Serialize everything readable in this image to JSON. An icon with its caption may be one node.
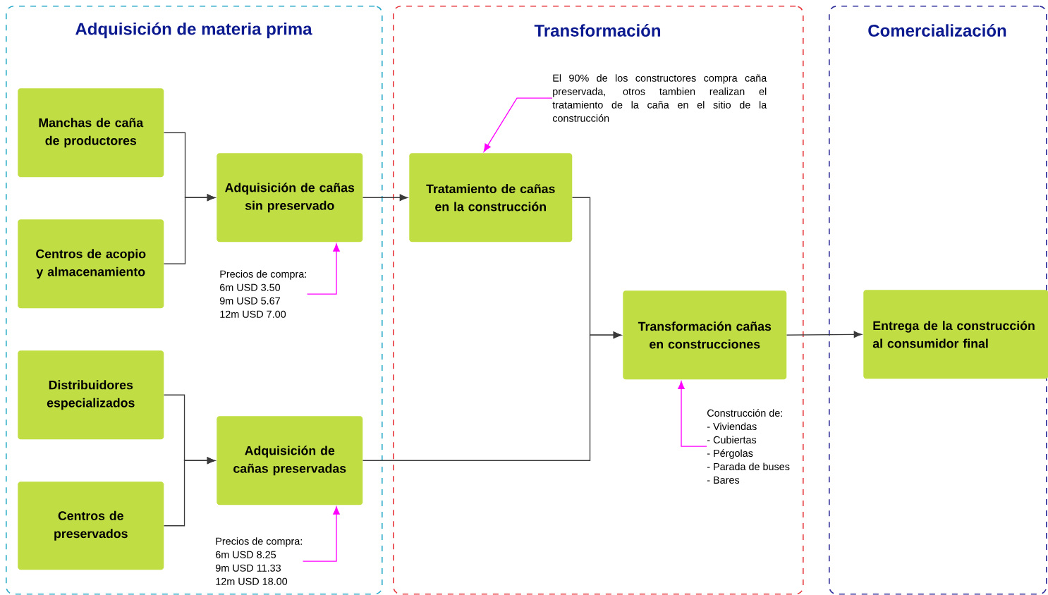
{
  "diagram": {
    "nodes": [
      {
        "text": [
          "Adquisición de materia prima"
        ]
      },
      {
        "text": [
          "Transformación"
        ]
      },
      {
        "text": [
          "Comercialización"
        ]
      },
      {
        "text": [
          "Manchas de caña de productores"
        ],
        "in": 0
      },
      {
        "text": [
          "Centros de acopio y almacenamiento"
        ],
        "in": 0
      },
      {
        "text": [
          "Distribuidores especializados"
        ],
        "in": 0
      },
      {
        "text": [
          "Centros de preservados"
        ],
        "in": 0
      },
      {
        "text": [
          "Adquisición de cañas sin preservado"
        ],
        "in": 0
      },
      {
        "text": [
          "Adquisición de cañas preservadas"
        ],
        "in": 0
      },
      {
        "text": [
          "Tratamiento de cañas en la construcción"
        ],
        "in": 1
      },
      {
        "text": [
          "Transformación cañas en construcciones"
        ],
        "in": 1
      },
      {
        "text": [
          "Entrega de la construcción al consumidor final"
        ],
        "in": 2
      },
      {
        "text": [
          "Precios de compra:",
          "6m USD 3.50",
          "9m USD 5.67",
          "12m USD 7.00"
        ],
        "in": 0
      },
      {
        "text": [
          "Precios de compra:",
          "6m USD 8.25",
          "9m USD 11.33",
          "12m USD 18.00"
        ],
        "in": 0
      },
      {
        "text": [
          "El 90% de los constructores compra caña preservada, otros tambien realizan el tratamiento de la caña en el sitio de la construcción"
        ],
        "in": 1
      },
      {
        "text": [
          "Construcción de:",
          "- Viviendas",
          "- Cubiertas",
          "- Pérgolas",
          "- Parada de buses",
          "- Bares"
        ],
        "in": 1
      }
    ],
    "edges": [
      {
        "from": 3,
        "to": 7,
        "arrow": "to"
      },
      {
        "from": 4,
        "to": 7,
        "arrow": "to"
      },
      {
        "from": 5,
        "to": 8,
        "arrow": "to"
      },
      {
        "from": 6,
        "to": 8,
        "arrow": "to"
      },
      {
        "from": 7,
        "to": 9,
        "arrow": "to"
      },
      {
        "from": 9,
        "to": 10,
        "arrow": "to"
      },
      {
        "from": 8,
        "to": 10,
        "arrow": "to"
      },
      {
        "from": 10,
        "to": 11,
        "arrow": "to"
      },
      {
        "from": 12,
        "to": 7,
        "arrow": "to",
        "color": "#ff00ff"
      },
      {
        "from": 13,
        "to": 8,
        "arrow": "to",
        "color": "#ff00ff"
      },
      {
        "from": 14,
        "to": 9,
        "arrow": "to",
        "color": "#ff00ff"
      },
      {
        "from": 15,
        "to": 10,
        "arrow": "to",
        "color": "#ff00ff"
      }
    ]
  }
}
